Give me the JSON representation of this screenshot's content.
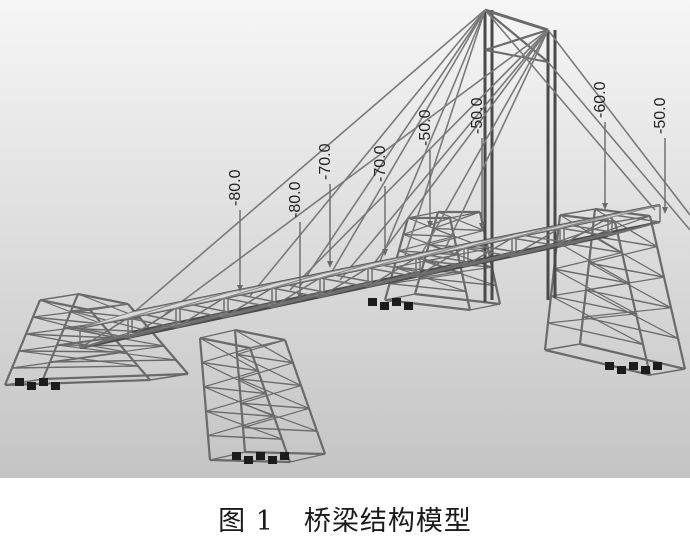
{
  "caption": {
    "figure_number": "图 1",
    "title": "桥梁结构模型"
  },
  "loads": [
    {
      "label": "-80.0"
    },
    {
      "label": "-80.0"
    },
    {
      "label": "-70.0"
    },
    {
      "label": "-70.0"
    },
    {
      "label": "-50.0"
    },
    {
      "label": "-50.0"
    },
    {
      "label": "-60.0"
    },
    {
      "label": "-50.0"
    }
  ],
  "colors": {
    "member": "#6e6e6e",
    "member_dark": "#4a4a4a",
    "deck_panel": "#d9d9d9",
    "background_top": "#f4f4f4",
    "background_bottom": "#c6c6c6",
    "support": "#1c1c1c"
  }
}
